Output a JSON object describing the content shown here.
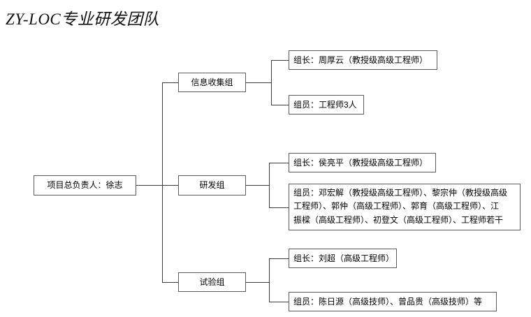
{
  "title": "ZY-LOC专业研发团队",
  "root": {
    "label": "项目总负责人：徐志"
  },
  "groups": [
    {
      "name": "信息收集组",
      "members": [
        {
          "lines": [
            "组长：周厚云（教授级高级工程师）"
          ]
        },
        {
          "lines": [
            "组员：工程师3人"
          ]
        }
      ]
    },
    {
      "name": "研发组",
      "members": [
        {
          "lines": [
            "组长：侯亮平（教授级高级工程师）"
          ]
        },
        {
          "lines": [
            "组员：邓宏解（教授级高级工程师）、黎宗仲（教授级高级",
            "工程师）、郭仲（高级工程师）、郭育（高级工程师）、江",
            "振樑（高级工程师）、初登文（高级工程师）、工程师若干"
          ]
        }
      ]
    },
    {
      "name": "试验组",
      "members": [
        {
          "lines": [
            "组长：刘超（高级工程师）"
          ]
        },
        {
          "lines": [
            "组员：陈日源（高级技师）、曾品贵（高级技师）等"
          ]
        }
      ]
    }
  ],
  "colors": {
    "box_border": "#5a5a5a",
    "connector": "#3b3b3b",
    "background": "#ffffff",
    "text": "#000000"
  }
}
